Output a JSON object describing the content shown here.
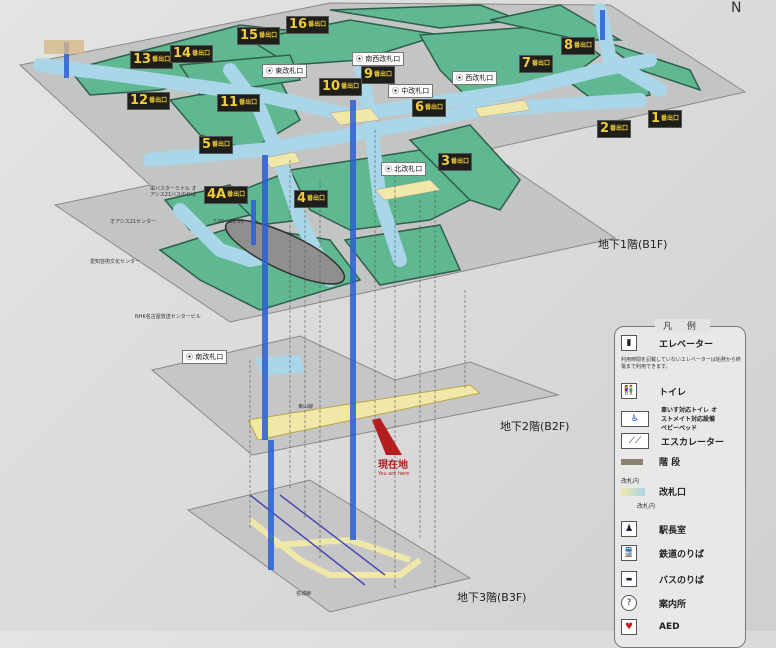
{
  "compass": {
    "north": "N"
  },
  "floors": {
    "b1": "地下1階(B1F)",
    "b2": "地下2階(B2F)",
    "b3": "地下3階(B3F)"
  },
  "exits": [
    "1",
    "2",
    "3",
    "4",
    "4A",
    "5",
    "6",
    "7",
    "8",
    "9",
    "10",
    "11",
    "12",
    "13",
    "14",
    "15",
    "16"
  ],
  "exit_suffix": "番出口",
  "gates": {
    "southwest": "南西改札口",
    "east": "東改札口",
    "central": "中改札口",
    "west": "西改札口",
    "north": "北改札口",
    "south": "南改札口"
  },
  "places": {
    "oasis_bus": "栄バスターミナル オアシス21バスのりば",
    "oasis_center": "オアシス21センター",
    "aichi_arts": "愛知芸術文化センター",
    "nhk": "NHK名古屋放送センタービル",
    "higashiyama_line": "東山線",
    "meijo_line": "名城線",
    "hours": "7:00～22:30"
  },
  "you_are_here": {
    "ja": "現在地",
    "en": "You are here"
  },
  "legend": {
    "title": "凡 例",
    "note": "利用時間を記載していないエレベーターは始発から終電まで利用できます。",
    "items": [
      {
        "icon": "elevator-icon",
        "label": "エレベーター"
      },
      {
        "icon": "toilet-icon",
        "label": "トイレ"
      },
      {
        "icon": "accessible-toilet-icon",
        "label": "車いす対応トイレ オストメイト対応設備 ベビーベッド"
      },
      {
        "icon": "escalator-icon",
        "label": "エスカレーター"
      },
      {
        "icon": "stairs-icon",
        "label": "階 段"
      },
      {
        "icon": "ticket-gate-icon",
        "label": "改札口",
        "sub": "改札内"
      },
      {
        "icon": "station-office-icon",
        "label": "駅長室"
      },
      {
        "icon": "train-platform-icon",
        "label": "鉄道のりば"
      },
      {
        "icon": "bus-stop-icon",
        "label": "バスのりば"
      },
      {
        "icon": "information-icon",
        "label": "案内所"
      },
      {
        "icon": "aed-icon",
        "label": "AED"
      }
    ]
  },
  "colors": {
    "green": "#5fb891",
    "corridor": "#a9d6e8",
    "floor": "#bdbdbd",
    "gate_area": "#efe8a8",
    "elevator": "#2a5fd6",
    "exit_badge": "#1e1e1a",
    "exit_text": "#f0cc3a",
    "here": "#b41e1e"
  }
}
